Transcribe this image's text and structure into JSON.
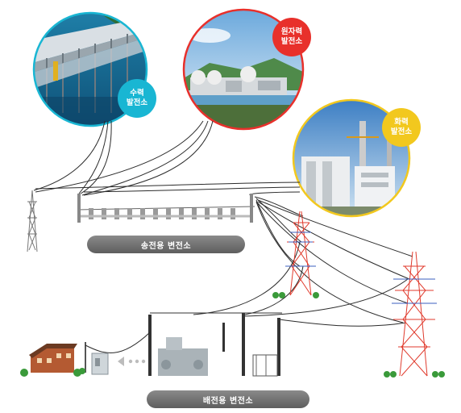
{
  "plants": {
    "hydro": {
      "line1": "수력",
      "line2": "발전소",
      "color": "#19b6d3"
    },
    "nuclear": {
      "line1": "원자력",
      "line2": "발전소",
      "color": "#e8302b"
    },
    "thermal": {
      "line1": "화력",
      "line2": "발전소",
      "color": "#f2c81e"
    }
  },
  "substations": {
    "transmission": "송전용 변전소",
    "distribution": "배전용 변전소"
  },
  "colors": {
    "tower_red": "#e03a2c",
    "tower_blue": "#3b5fbf",
    "tower_gray": "#777777",
    "wire": "#2b2b2b",
    "grass": "#3a9a3a"
  }
}
